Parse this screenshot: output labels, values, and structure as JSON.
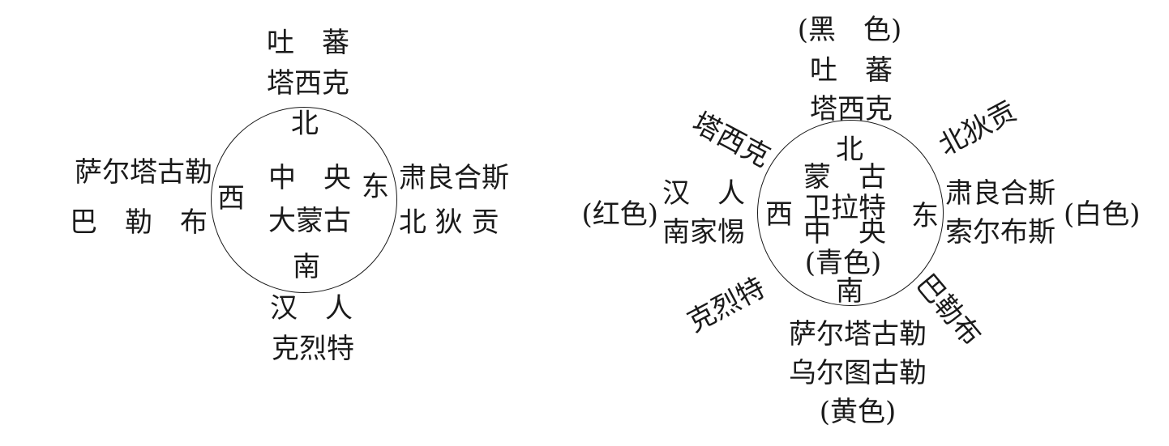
{
  "left": {
    "north_outer_1": "吐　蕃",
    "north_outer_2": "塔西克",
    "north": "北",
    "west_outer_1": "萨尔塔古勒",
    "west_outer_2": "巴　勒　布",
    "west": "西",
    "center_1": "中　央",
    "center_2": "大蒙古",
    "east": "东",
    "east_outer_1": "肃良合斯",
    "east_outer_2": "北 狄 贡",
    "south": "南",
    "south_outer_1": "汉　人",
    "south_outer_2": "克烈特"
  },
  "right": {
    "north_color": "(黑　色)",
    "north_outer_1": "吐　蕃",
    "north_outer_2": "塔西克",
    "northwest": "塔西克",
    "northeast": "北狄贡",
    "north": "北",
    "center_1": "蒙　古",
    "center_2": "卫拉特",
    "center_3": "中　央",
    "center_color": "(青色)",
    "west": "西",
    "west_outer_1": "汉　人",
    "west_outer_2": "南家惕",
    "west_color": "(红色)",
    "east": "东",
    "east_outer_1": "肃良合斯",
    "east_outer_2": "索尔布斯",
    "east_color": "(白色)",
    "south": "南",
    "southwest": "克烈特",
    "southeast": "巴勒布",
    "south_outer_1": "萨尔塔古勒",
    "south_outer_2": "乌尔图古勒",
    "south_color": "(黄色)"
  }
}
